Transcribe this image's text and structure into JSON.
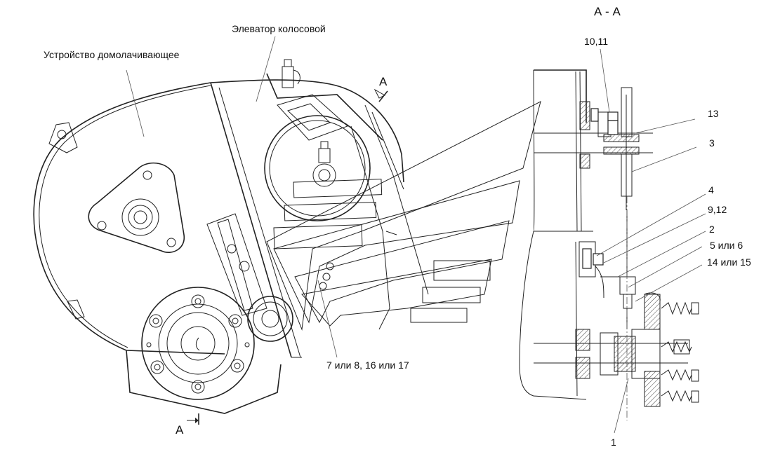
{
  "section_title": "А - А",
  "labels": {
    "grain_elevator": "Элеватор колосовой",
    "threshing_device": "Устройство домолачивающее",
    "section_top": "А",
    "section_bottom": "А",
    "callout_7_8_16_17": "7 или 8, 16 или 17",
    "callout_10_11": "10,11",
    "callout_13": "13",
    "callout_3": "3",
    "callout_4": "4",
    "callout_9_12": "9,12",
    "callout_2": "2",
    "callout_5_6": "5 или 6",
    "callout_14_15": "14 или 15",
    "callout_1": "1"
  }
}
